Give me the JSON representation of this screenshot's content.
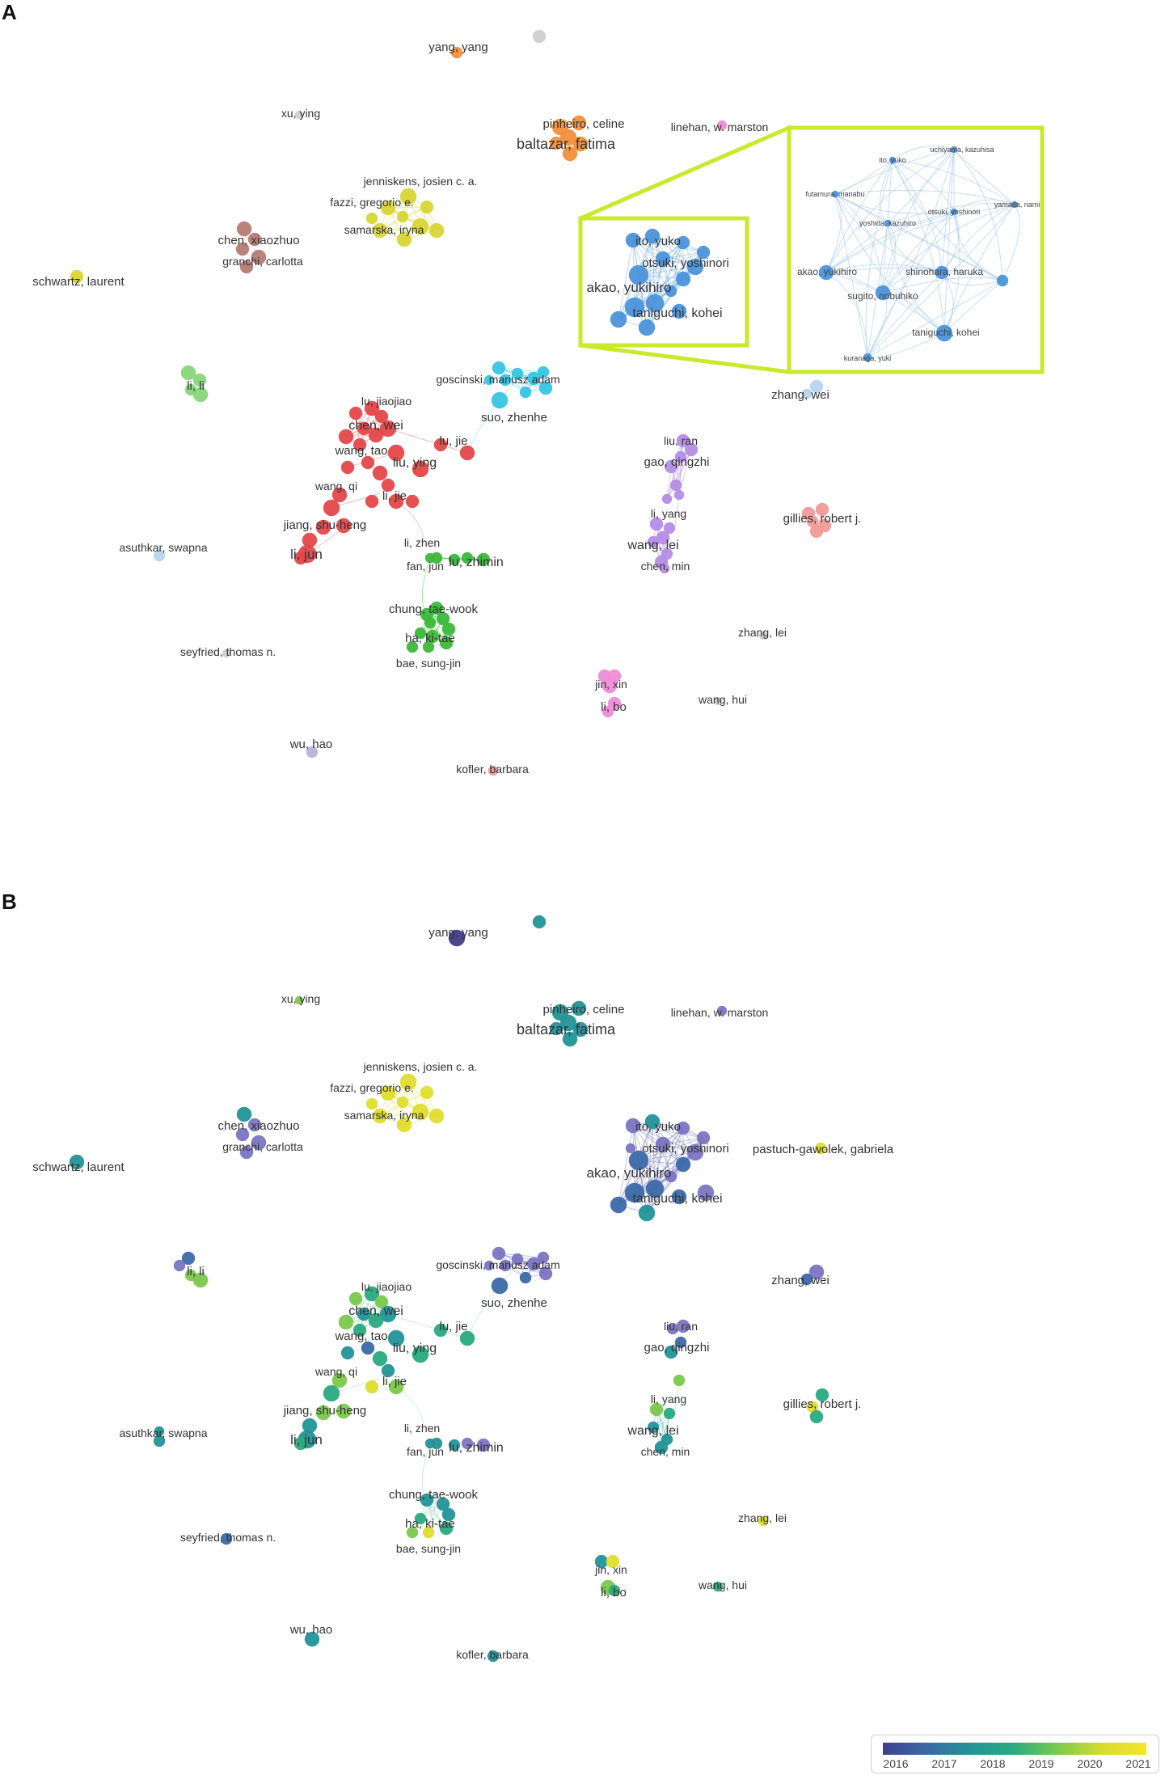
{
  "panel_a": {
    "letter": "A"
  },
  "panel_b": {
    "letter": "B"
  },
  "colors": {
    "red": "#e4474a",
    "green": "#3cba3c",
    "blue": "#4c94dc",
    "cyan": "#37c6e4",
    "purple": "#b58ee6",
    "yellow": "#d9d636",
    "orange": "#f2913c",
    "brown": "#b87c74",
    "lightgreen": "#86d87a",
    "pink": "#ef8ed8",
    "salmon": "#f29a9a",
    "lavender": "#bcb0dc",
    "grey": "#cfcfcf",
    "lightblue": "#b8d4ee",
    "zoom_box": "#c8ea2a"
  },
  "nodes_a": {
    "yang_yang": "yang, yang",
    "xu_ying": "xu, ying",
    "pinheiro": "pinheiro, celine",
    "baltazar": "baltazar, fatima",
    "linehan": "linehan, w. marston",
    "jenniskens": "jenniskens, josien c. a.",
    "fazzi": "fazzi, gregorio e.",
    "samarska": "samarska, iryna",
    "chen_xiaozhuo": "chen, xiaozhuo",
    "granchi": "granchi, carlotta",
    "schwartz": "schwartz, laurent",
    "ito_yuko": "ito, yuko",
    "otsuki": "otsuki, yoshinori",
    "akao": "akao, yukihiro",
    "taniguchi": "taniguchi, kohei",
    "li_li": "li, li",
    "goscinski": "goscinski, mariusz adam",
    "suo": "suo, zhenhe",
    "zhang_wei": "zhang, wei",
    "lu_jiaojiao": "lu, jiaojiao",
    "chen_wei": "chen, wei",
    "lu_jie": "lu, jie",
    "wang_tao": "wang, tao",
    "liu_ying": "liu, ying",
    "wang_qi": "wang, qi",
    "li_jie": "li, jie",
    "jiang": "jiang, shu-heng",
    "li_jun": "li, jun",
    "liu_ran": "liu, ran",
    "gao": "gao, qingzhi",
    "li_yang": "li, yang",
    "wang_lei": "wang, lei",
    "chen_min": "chen, min",
    "gillies": "gillies, robert j.",
    "asuthkar": "asuthkar, swapna",
    "li_zhen": "li, zhen",
    "fan_jun": "fan, jun",
    "lu_zhimin": "lu, zhimin",
    "chung": "chung, tae-wook",
    "ha": "ha, ki-tae",
    "bae": "bae, sung-jin",
    "seyfried": "seyfried, thomas n.",
    "zhang_lei": "zhang, lei",
    "jin_xin": "jin, xin",
    "li_bo": "li, bo",
    "wang_hui": "wang, hui",
    "wu_hao": "wu, hao",
    "kofler": "kofler, barbara"
  },
  "zoom_labels": {
    "uchiyama": "uchiyama, kazuhisa",
    "ito": "ito, yuko",
    "futamura": "futamura, manabu",
    "yamada": "yamada, nami",
    "otsuki": "otsuki, yoshinori",
    "yoshida": "yoshida, kazuhiro",
    "akao": "akao, yukihiro",
    "shinohara": "shinohara, haruka",
    "sugito": "sugito, nobuhiko",
    "taniguchi": "taniguchi, kohei",
    "kuranaga": "kuranaga, yuki"
  },
  "nodes_b": {
    "pastuch": "pastuch-gawolek, gabriela"
  },
  "legend": {
    "ticks": [
      "2016",
      "2017",
      "2018",
      "2019",
      "2020",
      "2021"
    ]
  }
}
